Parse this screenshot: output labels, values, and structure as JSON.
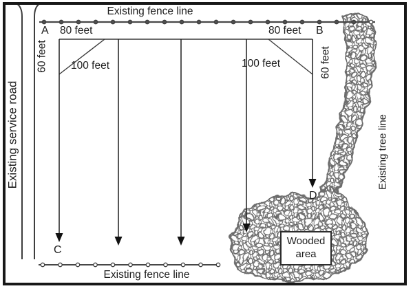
{
  "diagram": {
    "labels": {
      "fence_top": "Existing fence line",
      "fence_bottom": "Existing fence line",
      "service_road": "Existing service road",
      "tree_line": "Existing tree line",
      "wooded_line1": "Wooded",
      "wooded_line2": "area"
    },
    "points": {
      "a": "A",
      "b": "B",
      "c": "C",
      "d": "D"
    },
    "measurements": {
      "top_left_80": "80 feet",
      "top_right_80": "80 feet",
      "left_60": "60 feet",
      "right_60": "60 feet",
      "left_100": "100 feet",
      "right_100": "100 feet"
    },
    "colors": {
      "line": "#3d3d3d",
      "foliage": "#6d6d6d",
      "border": "#181818",
      "background": "#ffffff"
    }
  }
}
